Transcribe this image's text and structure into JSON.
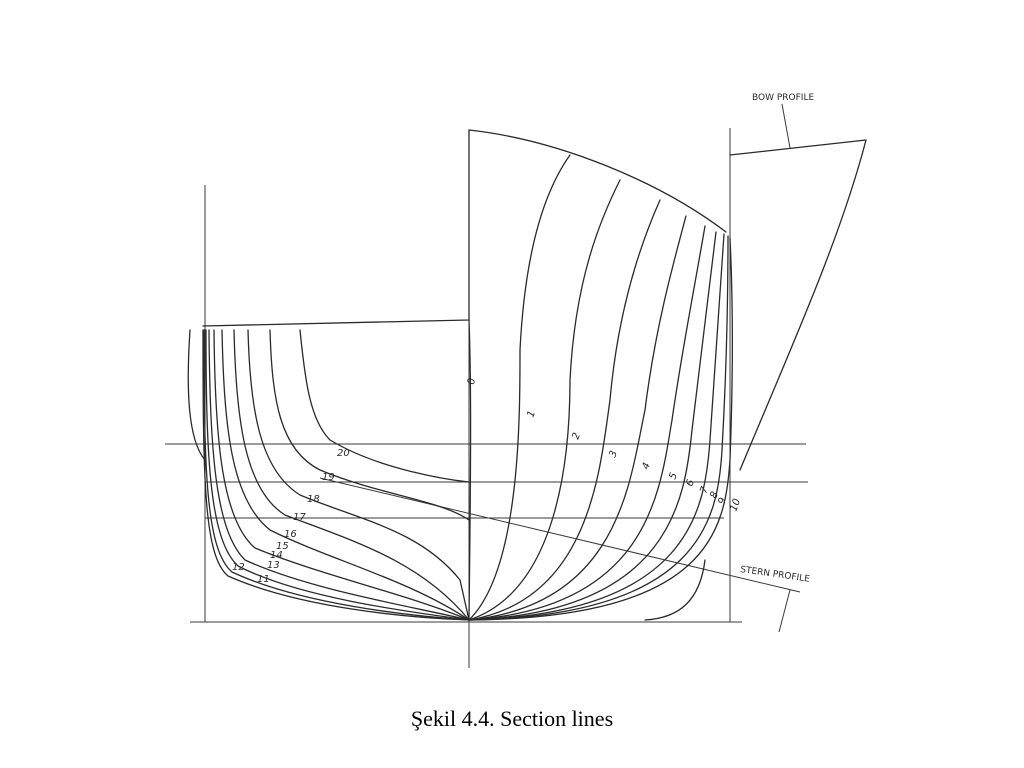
{
  "caption": "Şekil 4.4. Section lines",
  "labels": {
    "bow_profile": "BOW PROFILE",
    "stern_profile": "STERN PROFILE"
  },
  "stations": {
    "fore": [
      "0",
      "1",
      "2",
      "3",
      "4",
      "5",
      "6",
      "7",
      "8",
      "9",
      "10"
    ],
    "aft": [
      "20",
      "19",
      "18",
      "17",
      "16",
      "15",
      "14",
      "13",
      "12",
      "11"
    ]
  },
  "colors": {
    "ink": "#2a2a2a",
    "background": "#ffffff"
  }
}
